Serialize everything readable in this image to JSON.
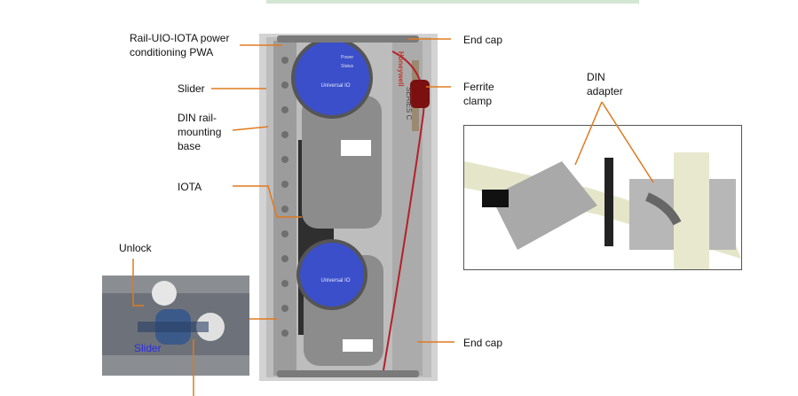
{
  "colors": {
    "leader": "#e07a1f",
    "controller_blue": "#3a4fc9",
    "panel_grey": "#c9c9c9",
    "slider_text": "#2b2ee0"
  },
  "labels": {
    "power_pwa": "Rail-UIO-IOTA power\nconditioning PWA",
    "slider": "Slider",
    "din_base": "DIN rail-\nmounting\nbase",
    "iota": "IOTA",
    "end_cap_top": "End cap",
    "ferrite": "Ferrite\nclamp",
    "din_adapter": "DIN\nadapter",
    "end_cap_bottom": "End cap",
    "unlock": "Unlock"
  },
  "inset": {
    "slider_text": "Slider"
  },
  "device": {
    "brand": "Honeywell",
    "series": "SERIES C",
    "module_top": "Universal IO",
    "module_bottom": "Universal IO",
    "led_power": "Power",
    "led_status": "Status"
  },
  "icons": [
    "screw-icon",
    "clamp-icon"
  ]
}
